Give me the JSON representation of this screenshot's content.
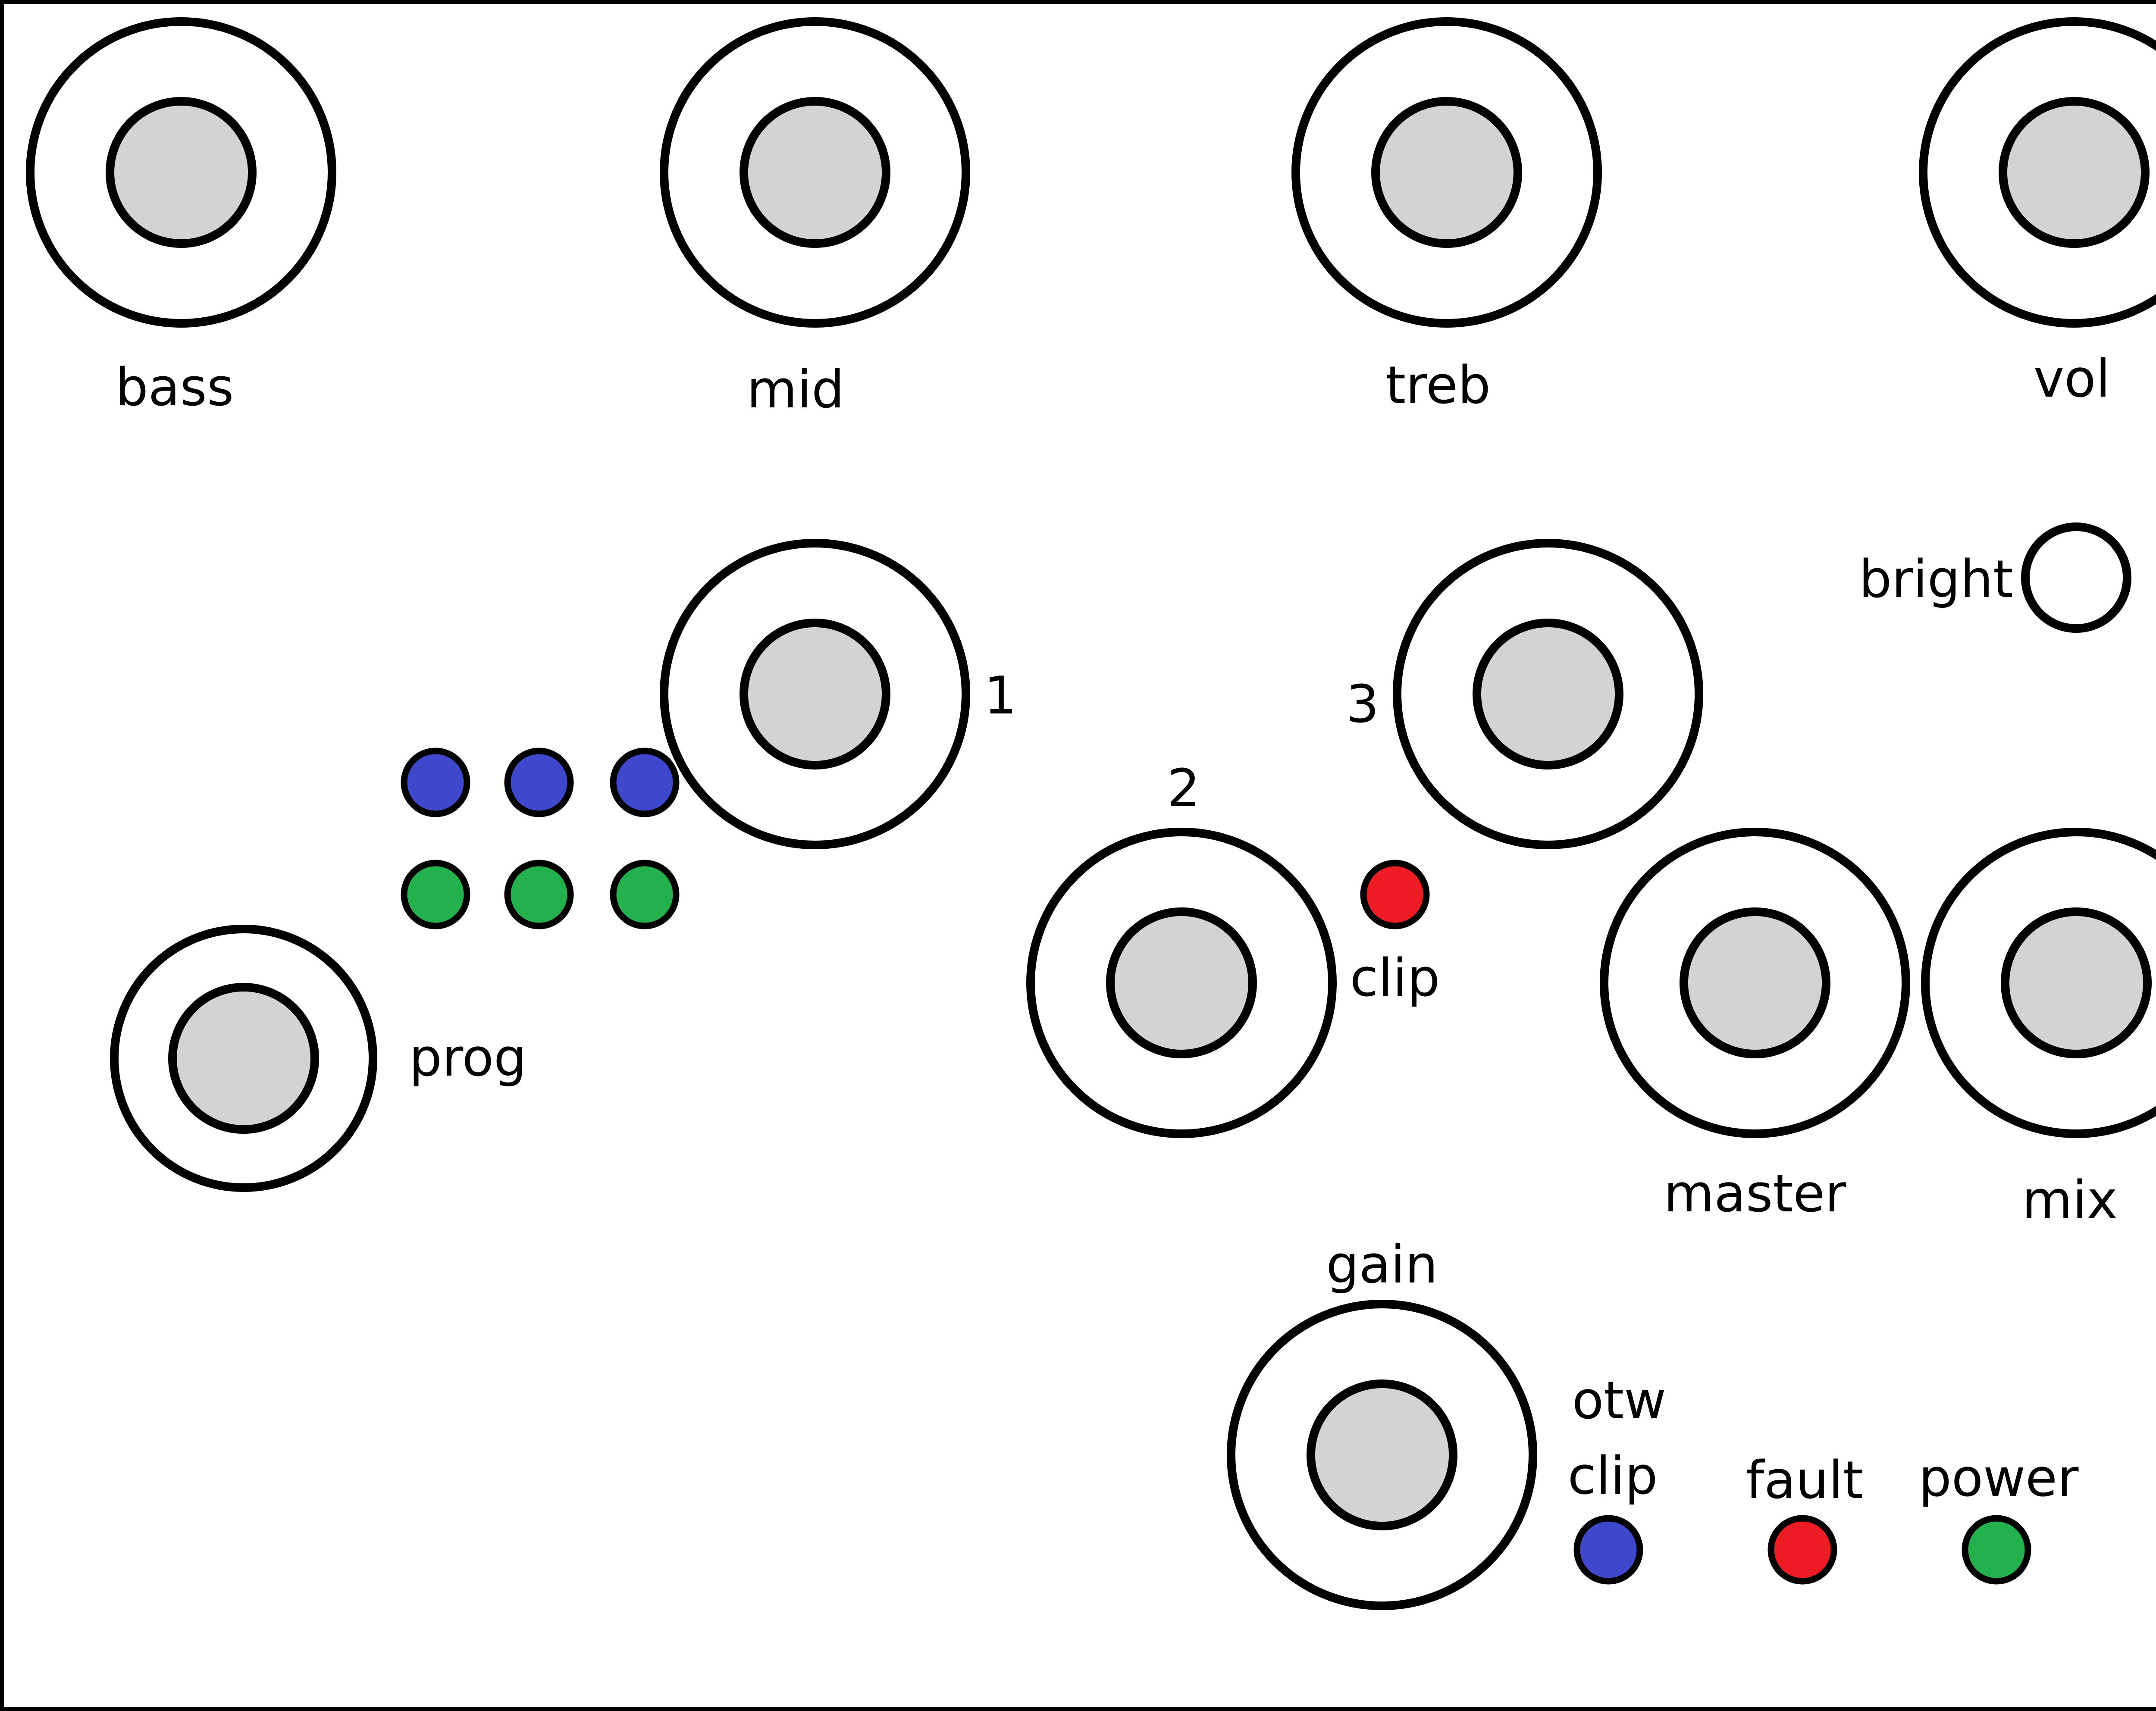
{
  "panel": {
    "knobs": [
      {
        "id": "bass",
        "label": "bass"
      },
      {
        "id": "mid",
        "label": "mid"
      },
      {
        "id": "treb",
        "label": "treb"
      },
      {
        "id": "vol",
        "label": "vol"
      },
      {
        "id": "1",
        "label": "1"
      },
      {
        "id": "3",
        "label": "3"
      },
      {
        "id": "2",
        "label": "2"
      },
      {
        "id": "prog",
        "label": "prog"
      },
      {
        "id": "master",
        "label": "master"
      },
      {
        "id": "mix",
        "label": "mix"
      },
      {
        "id": "gain",
        "label": "gain"
      }
    ],
    "bright": {
      "label": "bright"
    },
    "prog_leds": {
      "row1_color": "#3f48cc",
      "row2_color": "#22b14c"
    },
    "clip_led": {
      "label": "clip",
      "color": "#ed1c24"
    },
    "status_leds": [
      {
        "label_line1": "otw",
        "label_line2": "clip",
        "color": "#3f48cc"
      },
      {
        "label": "fault",
        "color": "#ed1c24"
      },
      {
        "label": "power",
        "color": "#22b14c"
      }
    ]
  }
}
